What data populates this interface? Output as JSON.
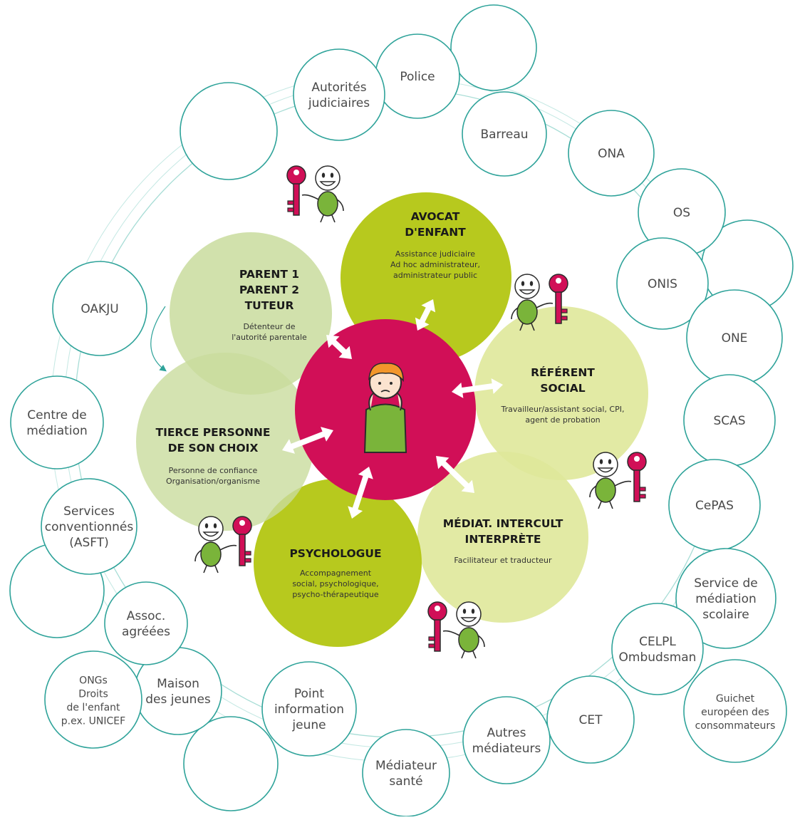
{
  "colors": {
    "teal": "#2fa39a",
    "ring": "#8fd0c8",
    "magenta": "#d10f57",
    "lime": "#b3c612",
    "sage": "#c9dc9d",
    "pale_lime": "#dfe89a",
    "text": "#4a4a4a"
  },
  "center": {
    "icon": "child-thinking-icon"
  },
  "petals": [
    {
      "id": "parent",
      "title": [
        "PARENT 1",
        "PARENT 2",
        "TUTEUR"
      ],
      "subtitle": [
        "Détenteur de",
        "l'autorité parentale"
      ]
    },
    {
      "id": "avocat",
      "title": [
        "AVOCAT",
        "D'ENFANT"
      ],
      "subtitle": [
        "Assistance judiciaire",
        "Ad hoc administrateur,",
        "administrateur public"
      ]
    },
    {
      "id": "referent",
      "title": [
        "RÉFÉRENT",
        "SOCIAL"
      ],
      "subtitle": [
        "Travailleur/assistant social, CPI,",
        "agent de probation"
      ]
    },
    {
      "id": "mediateur",
      "title": [
        "MÉDIAT. INTERCULT",
        "INTERPRÈTE"
      ],
      "subtitle": [
        "Facilitateur et traducteur"
      ]
    },
    {
      "id": "psychologue",
      "title": [
        "PSYCHOLOGUE"
      ],
      "subtitle": [
        "Accompagnement",
        "social, psychologique,",
        "psycho-thérapeutique"
      ]
    },
    {
      "id": "tierce",
      "title": [
        "TIERCE PERSONNE",
        "DE SON CHOIX"
      ],
      "subtitle": [
        "Personne de confiance",
        "Organisation/organisme"
      ]
    }
  ],
  "outer_nodes": [
    {
      "id": "police",
      "lines": [
        "Police"
      ]
    },
    {
      "id": "autorites",
      "lines": [
        "Autorités",
        "judiciaires"
      ]
    },
    {
      "id": "barreau",
      "lines": [
        "Barreau"
      ]
    },
    {
      "id": "ona",
      "lines": [
        "ONA"
      ]
    },
    {
      "id": "os",
      "lines": [
        "OS"
      ]
    },
    {
      "id": "onis",
      "lines": [
        "ONIS"
      ]
    },
    {
      "id": "one",
      "lines": [
        "ONE"
      ]
    },
    {
      "id": "scas",
      "lines": [
        "SCAS"
      ]
    },
    {
      "id": "cepas",
      "lines": [
        "CePAS"
      ]
    },
    {
      "id": "scolaire",
      "lines": [
        "Service de",
        "médiation",
        "scolaire"
      ]
    },
    {
      "id": "celpl",
      "lines": [
        "CELPL",
        "Ombudsman"
      ]
    },
    {
      "id": "guichet",
      "lines": [
        "Guichet",
        "européen des",
        "consommateurs"
      ]
    },
    {
      "id": "cet",
      "lines": [
        "CET"
      ]
    },
    {
      "id": "autres",
      "lines": [
        "Autres",
        "médiateurs"
      ]
    },
    {
      "id": "sante",
      "lines": [
        "Médiateur",
        "santé"
      ]
    },
    {
      "id": "point",
      "lines": [
        "Point",
        "information",
        "jeune"
      ]
    },
    {
      "id": "maison",
      "lines": [
        "Maison",
        "des jeunes"
      ]
    },
    {
      "id": "ongs",
      "lines": [
        "ONGs",
        "Droits",
        "de l'enfant",
        "p.ex. UNICEF"
      ]
    },
    {
      "id": "assoc",
      "lines": [
        "Assoc.",
        "agréées"
      ]
    },
    {
      "id": "services",
      "lines": [
        "Services",
        "conventionnés",
        "(ASFT)"
      ]
    },
    {
      "id": "centre",
      "lines": [
        "Centre de",
        "médiation"
      ]
    },
    {
      "id": "oakju",
      "lines": [
        "OAKJU"
      ]
    },
    {
      "id": "blank1",
      "lines": []
    },
    {
      "id": "blank2",
      "lines": []
    },
    {
      "id": "blank3",
      "lines": []
    },
    {
      "id": "blank4",
      "lines": []
    },
    {
      "id": "blank5",
      "lines": []
    }
  ],
  "key_figures": [
    {
      "id": "key-figure-parent",
      "icon": "key-character-icon"
    },
    {
      "id": "key-figure-avocat",
      "icon": "key-character-icon"
    },
    {
      "id": "key-figure-referent",
      "icon": "key-character-icon"
    },
    {
      "id": "key-figure-mediateur",
      "icon": "key-character-icon"
    },
    {
      "id": "key-figure-psychologue",
      "icon": "key-character-icon"
    }
  ]
}
